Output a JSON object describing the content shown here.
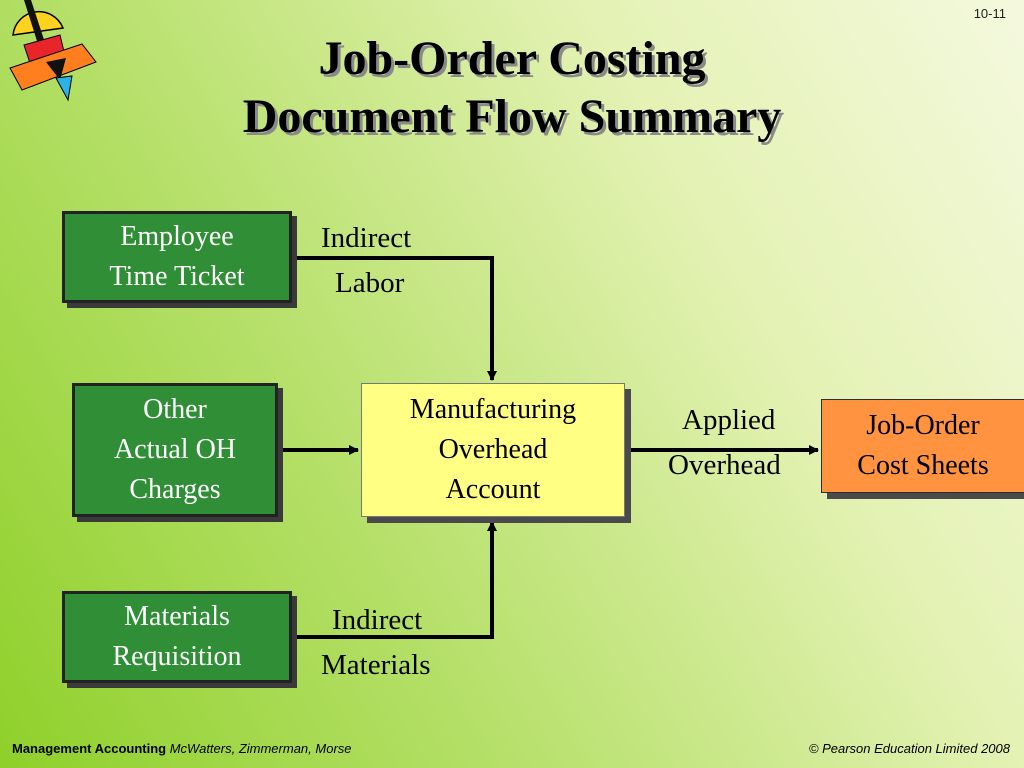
{
  "slide_number": "10-11",
  "title": {
    "line1": "Job-Order Costing",
    "line2": "Document Flow Summary"
  },
  "boxes": {
    "employee_time_ticket": "Employee\nTime Ticket",
    "other_actual_oh": "Other\nActual OH\nCharges",
    "materials_requisition": "Materials\nRequisition",
    "manufacturing_overhead": "Manufacturing\nOverhead\nAccount",
    "job_order_cost_sheets": "Job-Order\nCost Sheets"
  },
  "labels": {
    "indirect_labor": {
      "line1": "Indirect",
      "line2": "Labor"
    },
    "applied_overhead": {
      "line1": "Applied",
      "line2": "Overhead"
    },
    "indirect_materials": {
      "line1": "Indirect",
      "line2": "Materials"
    }
  },
  "footer": {
    "book": "Management Accounting",
    "authors": "McWatters, Zimmerman, Morse",
    "copyright": "© Pearson Education Limited 2008"
  },
  "colors": {
    "green_box": "#2f8e36",
    "yellow_box": "#ffff84",
    "orange_box": "#ff9340"
  }
}
